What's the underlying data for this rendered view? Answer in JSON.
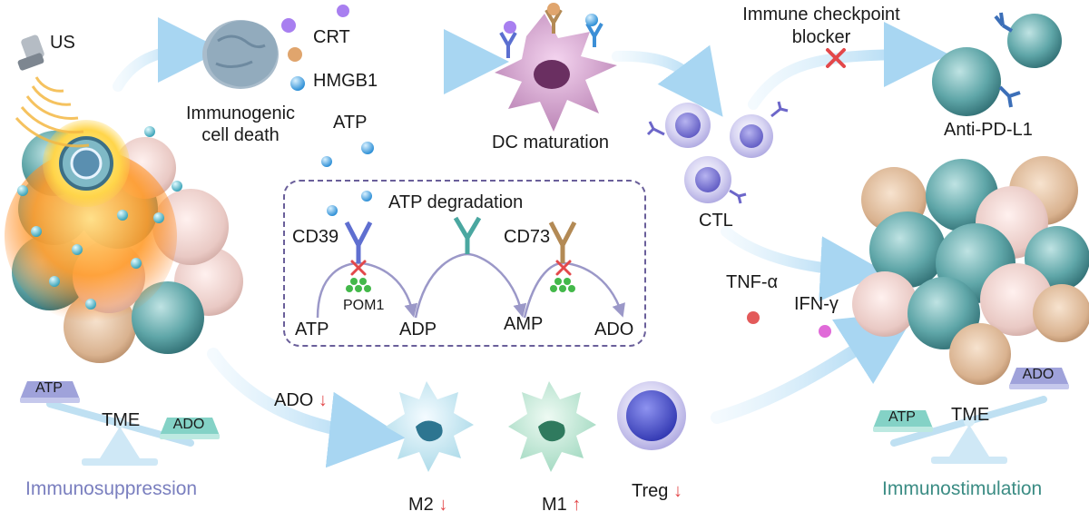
{
  "labels": {
    "us": "US",
    "crt": "CRT",
    "hmgb1": "HMGB1",
    "atp_top": "ATP",
    "icd_line1": "Immunogenic",
    "icd_line2": "cell death",
    "dc": "DC maturation",
    "icb_line1": "Immune checkpoint",
    "icb_line2": "blocker",
    "anti_pdl1": "Anti-PD-L1",
    "ctl": "CTL",
    "tnf": "TNF-α",
    "ifn": "IFN-γ",
    "atp_degradation": "ATP degradation",
    "cd39": "CD39",
    "cd73": "CD73",
    "pom1": "POM1",
    "atp": "ATP",
    "adp": "ADP",
    "amp": "AMP",
    "ado": "ADO",
    "ado_down": "ADO",
    "m2": "M2",
    "m1": "M1",
    "treg": "Treg",
    "tme_left": "TME",
    "tme_right": "TME",
    "scale_left_high": "ATP",
    "scale_left_low": "ADO",
    "scale_right_high": "ADO",
    "scale_right_low": "ATP",
    "immunosuppression": "Immunosuppression",
    "immunostimulation": "Immunostimulation"
  },
  "colors": {
    "purple": "#8a8fd0",
    "teal": "#3b8c84",
    "arrow": "#bfe0f2",
    "red": "#e3484a",
    "cd39": "#5f6fd0",
    "cd73": "#b38a55",
    "cd_mid": "#4aa7a0"
  }
}
